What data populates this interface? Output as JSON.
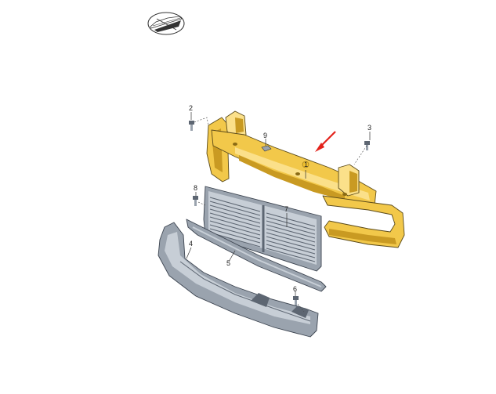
{
  "diagram": {
    "orientation_icon": "car-orientation-icon",
    "colors": {
      "carrier": "#f2c84a",
      "carrier_dark": "#c99a22",
      "carrier_light": "#fbe08a",
      "gray_part": "#9aa3ae",
      "gray_dark": "#5d6672",
      "gray_light": "#c7ced6",
      "arrow": "#e3221b",
      "marker": "#f0c030"
    },
    "callouts": {
      "c1": "1",
      "c2": "2",
      "c3": "3",
      "c4": "4",
      "c5": "5",
      "c6": "6",
      "c7": "7",
      "c8": "8",
      "c9": "9"
    }
  }
}
